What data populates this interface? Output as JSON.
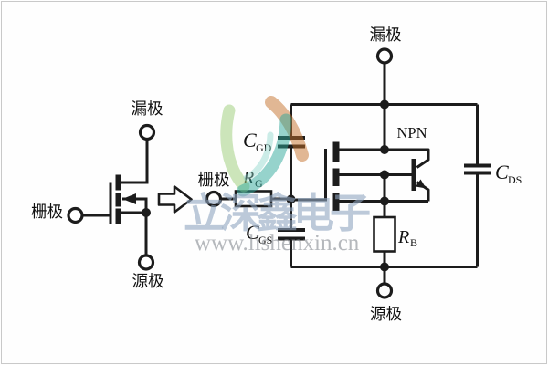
{
  "figure": {
    "left_mosfet": {
      "drain_label": "漏极",
      "gate_label": "栅极",
      "source_label": "源极"
    },
    "arrow": {
      "meaning": "transforms-to"
    },
    "equivalent_circuit": {
      "drain_label": "漏极",
      "gate_label": "栅极",
      "source_label": "源极",
      "npn_label": "NPN",
      "components": {
        "cgd": {
          "sym": "C",
          "sub": "GD"
        },
        "rg": {
          "sym": "R",
          "sub": "G"
        },
        "cgs": {
          "sym": "C",
          "sub": "GS"
        },
        "cds": {
          "sym": "C",
          "sub": "DS"
        },
        "rb": {
          "sym": "R",
          "sub": "B"
        }
      }
    },
    "watermark": {
      "brand": "立深鑫电子",
      "url": "www.lishenxin.cn"
    },
    "colors": {
      "line": "#1c1c1c",
      "watermark_green": "#a2cf82",
      "watermark_teal": "#2ea89a",
      "watermark_orange": "#c4702a",
      "watermark_text_blue": "#8fa5c0",
      "watermark_url_gray": "#878c93",
      "border_gray": "#c9c9c9"
    }
  }
}
